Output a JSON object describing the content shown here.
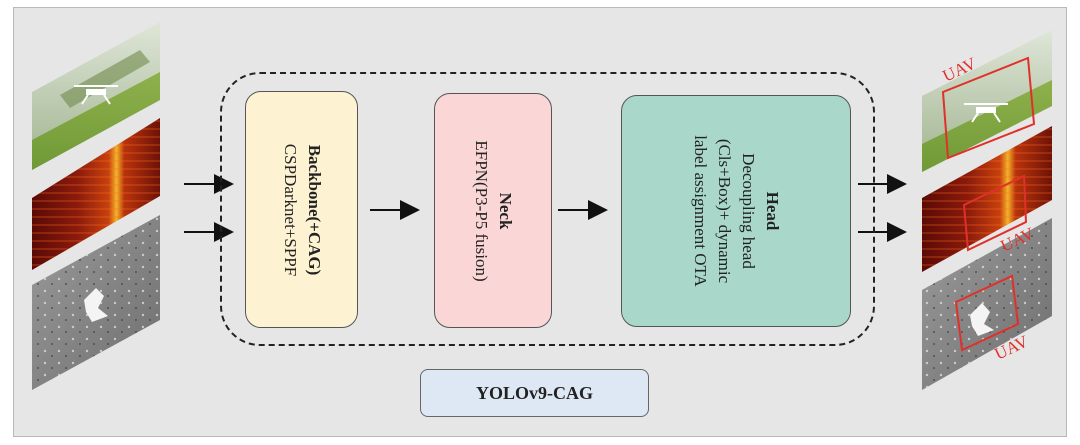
{
  "backbone": {
    "title": "Backbone(+CAG)",
    "line1": "CSPDarknet+SPPF"
  },
  "neck": {
    "title": "Neck",
    "line1": "EFPN(P3-P5 fusion)"
  },
  "head": {
    "title": "Head",
    "line1": "Decoupling head",
    "line2": "(Cls+Box)+ dynamic",
    "line3": "label assignment OTA"
  },
  "model_label": "YOLOv9-CAG",
  "output_labels": [
    "UAV",
    "UAV",
    "UAV"
  ],
  "input_images": [
    "drone-photo",
    "spectrogram",
    "infrared-grayscale"
  ],
  "colors": {
    "backbone_fill": "#fdf3d3",
    "neck_fill": "#fad6d6",
    "head_fill": "#a9d8cb",
    "label_fill": "#dde8f4",
    "detection_box": "#e0302a"
  }
}
